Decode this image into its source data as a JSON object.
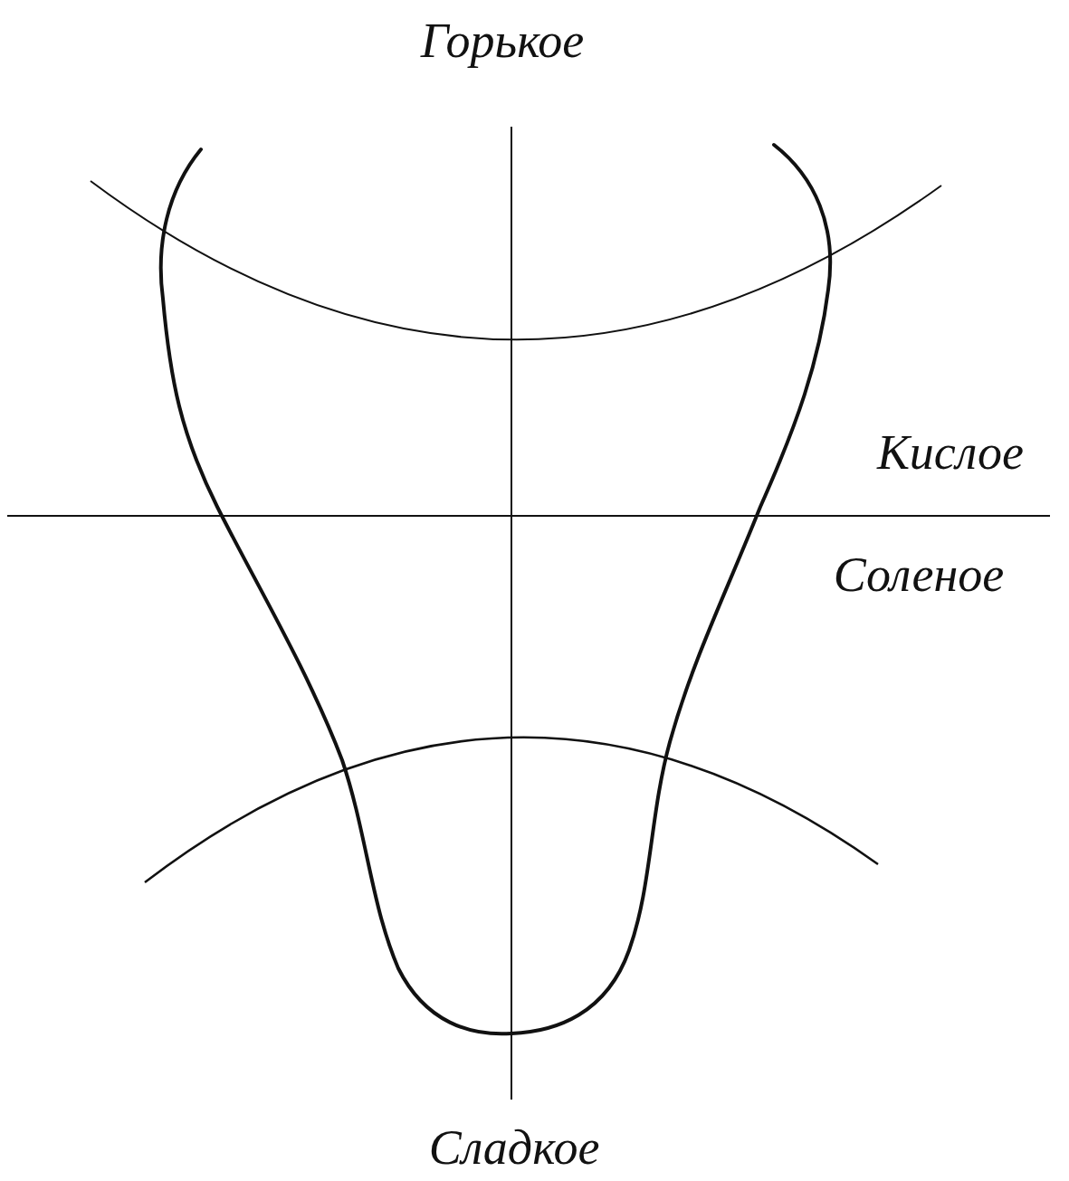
{
  "diagram": {
    "labels": [
      "Горькое",
      "Кислое",
      "Соленое",
      "Сладкое"
    ]
  }
}
